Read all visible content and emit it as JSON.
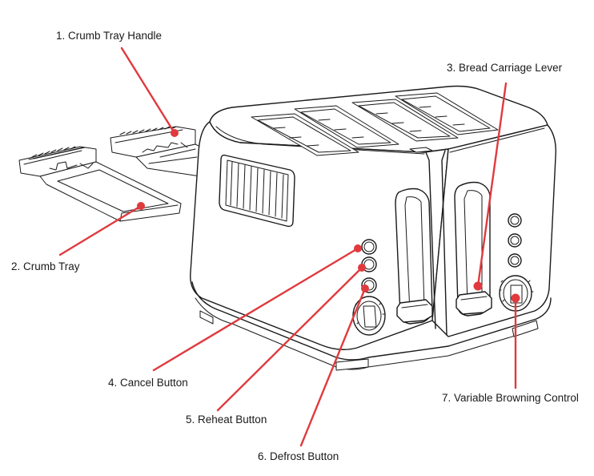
{
  "diagram": {
    "accent_color": "#e03a3e",
    "labels": {
      "crumb_tray_handle": "1. Crumb Tray Handle",
      "crumb_tray": "2. Crumb Tray",
      "bread_carriage_lever": "3. Bread Carriage Lever",
      "cancel_button": "4. Cancel Button",
      "reheat_button": "5. Reheat Button",
      "defrost_button": "6. Defrost Button",
      "variable_browning_control": "7. Variable Browning Control"
    }
  }
}
